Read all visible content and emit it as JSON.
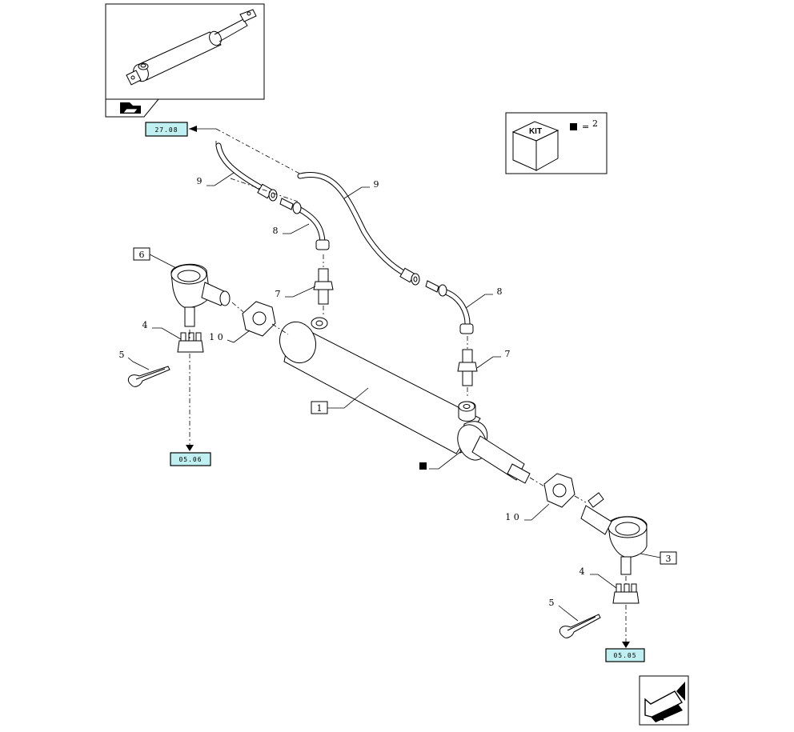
{
  "colors": {
    "reference_box_fill": "#bfeff0",
    "line": "#000000",
    "background": "#ffffff"
  },
  "references": {
    "top_left": "27.08",
    "left_bottom": "05.06",
    "right_bottom": "05.05"
  },
  "kit_legend": {
    "kit_label": "KIT",
    "equals": "=",
    "count": "2"
  },
  "callouts": {
    "item_1": "1",
    "item_3": "3",
    "item_4_left": "4",
    "item_4_right": "4",
    "item_5_left": "5",
    "item_5_right": "5",
    "item_6": "6",
    "item_7_left": "7",
    "item_7_right": "7",
    "item_8_left": "8",
    "item_8_right": "8",
    "item_9_left": "9",
    "item_9_right": "9",
    "item_10_left": "1 0",
    "item_10_right": "1 0"
  },
  "icons": {
    "thumbnail": "steering-cylinder-thumbnail",
    "group_icon": "parts-group-icon",
    "navigation": "next-page-arrow-icon",
    "kit_marker": "black-square-icon"
  }
}
